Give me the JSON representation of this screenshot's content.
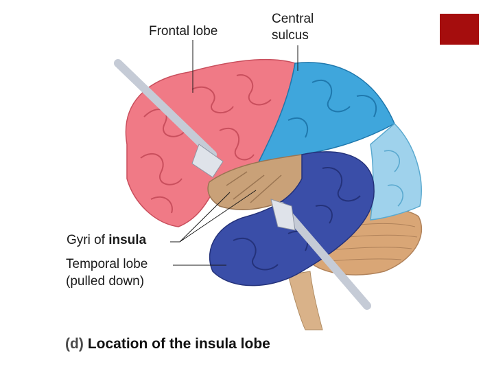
{
  "labels": {
    "frontal_lobe": "Frontal lobe",
    "central_sulcus_1": "Central",
    "central_sulcus_2": "sulcus",
    "gyri_prefix": "Gyri of ",
    "gyri_insula": "insula",
    "temporal_1": "Temporal lobe",
    "temporal_2": "(pulled down)"
  },
  "caption": {
    "figure_letter": "(d)",
    "text": "Location of the insula lobe"
  },
  "colors": {
    "frontal": "#f07a86",
    "parietal": "#3fa6dc",
    "occipital": "#9fd2ec",
    "temporal": "#3a4ea8",
    "insula": "#c9a178",
    "cerebellum": "#d9a676",
    "brainstem": "#d9b289",
    "retractor": "#c5cbd6",
    "accent_box": "#a50d0d"
  }
}
